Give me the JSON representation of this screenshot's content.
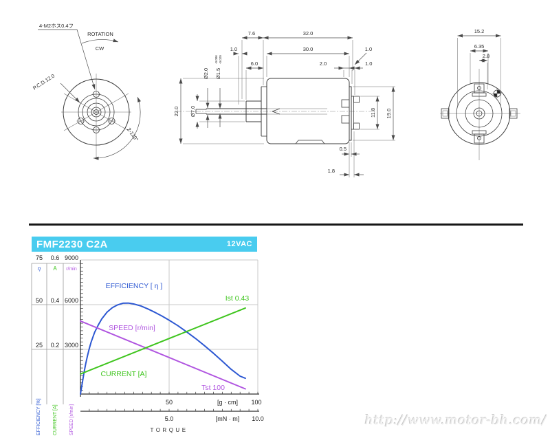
{
  "page": {
    "watermark": "http://www.motor-bh.com/"
  },
  "front_view": {
    "rotation_label": "ROTATION",
    "direction": "CW",
    "hole_note": "4-M2ホス0.4フ",
    "pcd": "P.C.D.12.0",
    "angle": "2-120°"
  },
  "side_view": {
    "d_7_6": "7.6",
    "d_32_0": "32.0",
    "d_1_0_left": "1.0",
    "d_30_0": "30.0",
    "d_1_0_right": "1.0",
    "d_6_0": "6.0",
    "d_2_0": "2.0",
    "d_1_0_mid": "1.0",
    "d_22_0": "22.0",
    "dia_7_0": "Ø7.0",
    "dia_2_0": "Ø2.0",
    "dia_1_5": "Ø1.5",
    "tol_up": "-0.006",
    "tol_dn": "-0.020",
    "d_11_8": "11.8",
    "d_19_0": "19.0",
    "d_0_5": "0.5",
    "d_1_8": "1.8"
  },
  "rear_view": {
    "d_15_2": "15.2",
    "d_6_35": "6.35",
    "d_2_8": "2.8"
  },
  "chart": {
    "model": "FMF2230 C2A",
    "voltage": "12VAC",
    "eff": {
      "sym": "η",
      "t75": "75",
      "t50": "50",
      "t25": "25",
      "axis": "EFFICIENCY [%]"
    },
    "cur": {
      "sym": "A",
      "t06": "0.6",
      "t04": "0.4",
      "t02": "0.2",
      "axis": "CURRENT [A]"
    },
    "spd": {
      "sym": "r/min",
      "t9000": "9000",
      "t6000": "6000",
      "t3000": "3000",
      "axis": "SPEED [r/min]"
    },
    "x1": {
      "t50": "50",
      "t100": "100",
      "unit": "[g · cm]"
    },
    "x2": {
      "t5": "5.0",
      "t10": "10.0",
      "unit": "[mN · m]"
    },
    "xlabel": "TORQUE",
    "ann": {
      "eff": "EFFICIENCY [ η ]",
      "spd": "SPEED [r/min]",
      "cur": "CURRENT [A]",
      "ist": "Ist 0.43",
      "tst": "Tst 100"
    }
  },
  "chart_data": {
    "type": "line",
    "title": "FMF2230 C2A 12VAC motor performance",
    "xlabel": "TORQUE",
    "x_axis": {
      "unit_primary": "g·cm",
      "range_primary": [
        0,
        100
      ],
      "ticks_primary": [
        50,
        100
      ],
      "unit_secondary": "mN·m",
      "range_secondary": [
        0,
        10
      ],
      "ticks_secondary": [
        5.0,
        10.0
      ]
    },
    "y_axes": [
      {
        "name": "EFFICIENCY",
        "unit": "%",
        "symbol": "η",
        "range": [
          0,
          75
        ],
        "ticks": [
          25,
          50,
          75
        ],
        "color": "#2d58d2"
      },
      {
        "name": "CURRENT",
        "unit": "A",
        "symbol": "A",
        "range": [
          0,
          0.6
        ],
        "ticks": [
          0.2,
          0.4,
          0.6
        ],
        "color": "#3fc51e"
      },
      {
        "name": "SPEED",
        "unit": "r/min",
        "symbol": "r/min",
        "range": [
          0,
          9000
        ],
        "ticks": [
          3000,
          6000,
          9000
        ],
        "color": "#b055e0"
      }
    ],
    "series": [
      {
        "name": "EFFICIENCY [η]",
        "unit": "%",
        "max": 75,
        "color": "#2d58d2",
        "points": [
          [
            0,
            0
          ],
          [
            1,
            6
          ],
          [
            2,
            12
          ],
          [
            3,
            17
          ],
          [
            4,
            21.5
          ],
          [
            5,
            25.5
          ],
          [
            6,
            29
          ],
          [
            8,
            34.5
          ],
          [
            10,
            38.5
          ],
          [
            12,
            42
          ],
          [
            15,
            45.8
          ],
          [
            18,
            48.3
          ],
          [
            21,
            49.9
          ],
          [
            24,
            50.8
          ],
          [
            27,
            50.9
          ],
          [
            30,
            50.4
          ],
          [
            34,
            49.3
          ],
          [
            38,
            47.6
          ],
          [
            42,
            45.7
          ],
          [
            46,
            43.6
          ],
          [
            50,
            41.3
          ],
          [
            55,
            38.2
          ],
          [
            60,
            34.7
          ],
          [
            65,
            31
          ],
          [
            70,
            27
          ],
          [
            75,
            22.8
          ],
          [
            80,
            18.4
          ],
          [
            85,
            13.8
          ],
          [
            90,
            10
          ],
          [
            93,
            8.8
          ]
        ]
      },
      {
        "name": "SPEED [r/min]",
        "unit": "r/min",
        "max": 9000,
        "color": "#b055e0",
        "points": [
          [
            0,
            4900
          ],
          [
            93,
            345
          ]
        ],
        "stall_torque_gcm": 100
      },
      {
        "name": "CURRENT [A]",
        "unit": "A",
        "max": 0.6,
        "color": "#3fc51e",
        "points": [
          [
            0,
            0.09
          ],
          [
            93,
            0.385
          ]
        ],
        "stall_current_a": 0.43
      }
    ],
    "annotations": [
      "EFFICIENCY [η]",
      "SPEED [r/min]",
      "CURRENT [A]",
      "Ist 0.43",
      "Tst 100"
    ],
    "grid": {
      "h_lines_rpm": [
        3000,
        6000,
        9000
      ],
      "v_lines_gcm": [
        50,
        100
      ]
    },
    "legend": "none"
  }
}
